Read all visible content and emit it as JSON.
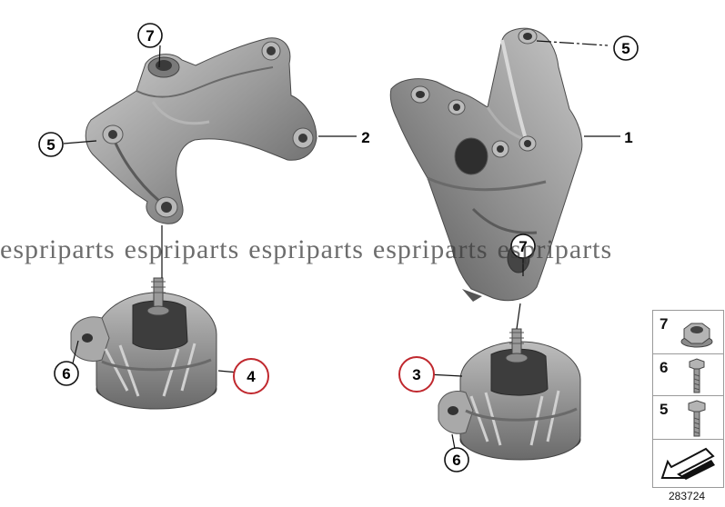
{
  "callouts": [
    {
      "id": "c7a",
      "label": "7"
    },
    {
      "id": "c5a",
      "label": "5"
    },
    {
      "id": "c2",
      "label": "2"
    },
    {
      "id": "c5b",
      "label": "5"
    },
    {
      "id": "c1",
      "label": "1"
    },
    {
      "id": "c7b",
      "label": "7"
    },
    {
      "id": "c6a",
      "label": "6"
    },
    {
      "id": "c4",
      "label": "4"
    },
    {
      "id": "c3",
      "label": "3"
    },
    {
      "id": "c6b",
      "label": "6"
    }
  ],
  "legend": {
    "items": [
      {
        "label": "7",
        "icon": "flange-nut-icon"
      },
      {
        "label": "6",
        "icon": "hex-bolt-icon"
      },
      {
        "label": "5",
        "icon": "hex-bolt-icon"
      }
    ],
    "footer_icon": "arrow-down-left-icon"
  },
  "watermark": {
    "words": [
      "espriparts",
      "espriparts",
      "espriparts",
      "espriparts",
      "espriparts"
    ]
  },
  "diagram_number": "283724",
  "colors": {
    "part_fill": "#8e8e8e",
    "part_light": "#c2c2c2",
    "part_dark": "#5a5a5a",
    "highlight": "#c0282e",
    "line": "#111111"
  }
}
